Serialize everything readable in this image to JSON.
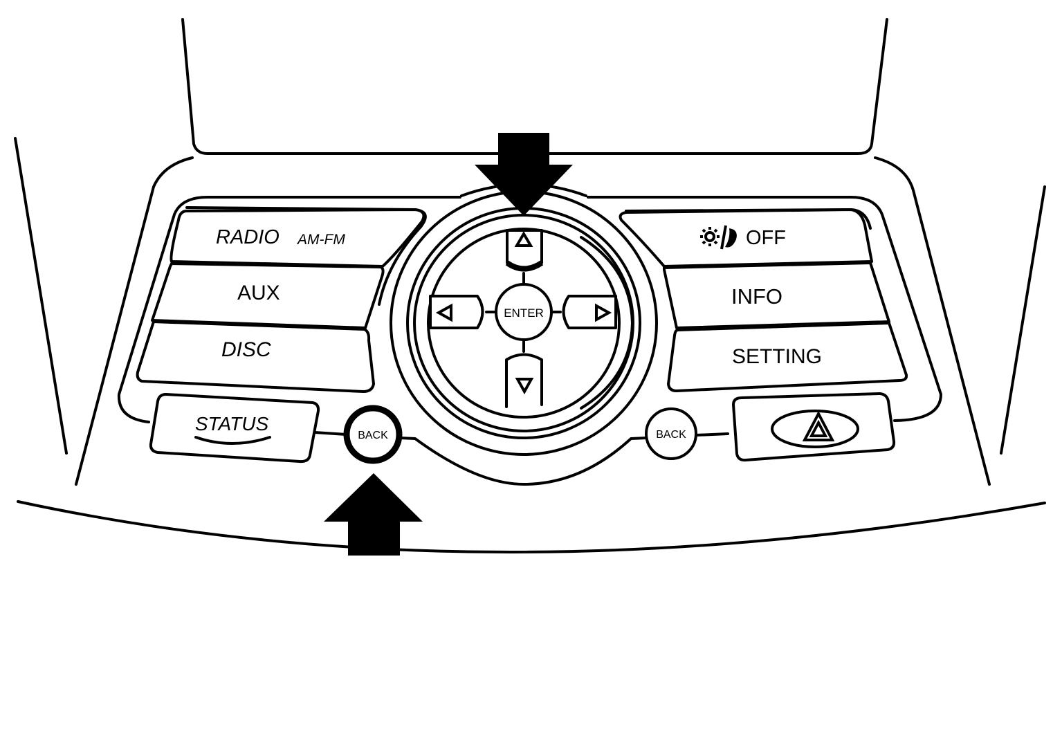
{
  "colors": {
    "stroke": "#000000",
    "background": "#ffffff"
  },
  "left_buttons": {
    "radio": "RADIO",
    "radio_sub": "AM-FM",
    "aux": "AUX",
    "disc": "DISC"
  },
  "right_buttons": {
    "off": "OFF",
    "off_icon": "brightness-day-night-icon",
    "info": "INFO",
    "setting": "SETTING"
  },
  "controller": {
    "enter": "ENTER",
    "up_icon": "up-triangle-icon",
    "down_icon": "down-triangle-icon",
    "left_icon": "left-triangle-icon",
    "right_icon": "right-triangle-icon"
  },
  "bottom_row": {
    "status": "STATUS",
    "back_left": "BACK",
    "back_right": "BACK",
    "hazard_icon": "hazard-triangle-icon"
  },
  "callouts": {
    "top_arrow": "down-arrow-icon",
    "bottom_arrow": "up-arrow-icon"
  }
}
